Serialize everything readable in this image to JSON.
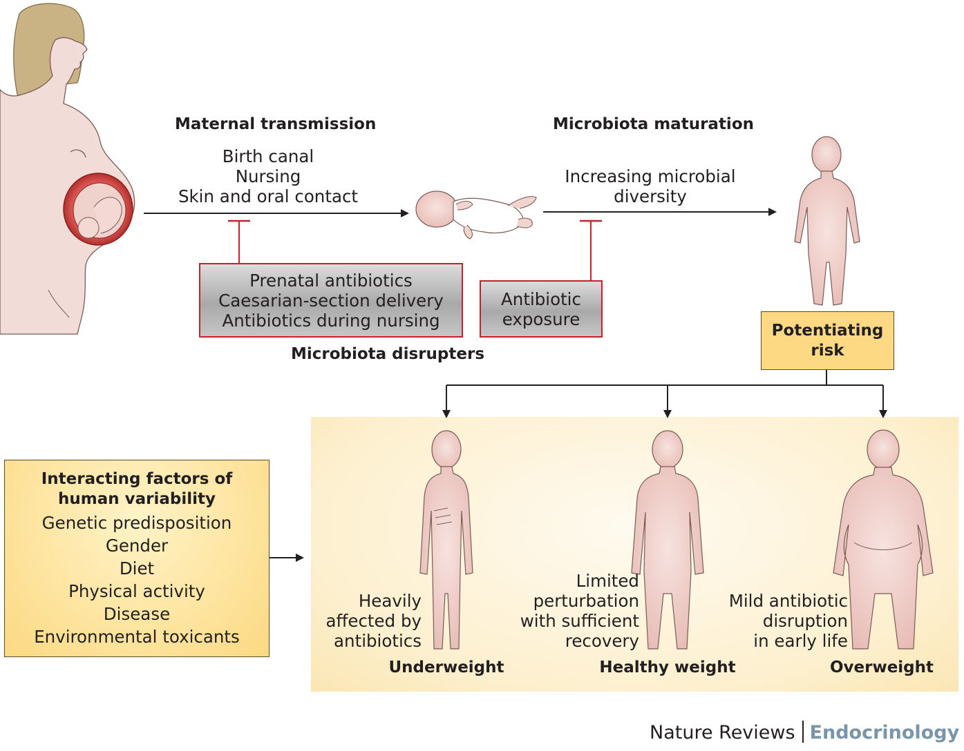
{
  "maternal_transmission": {
    "heading": "Maternal transmission",
    "items": [
      "Birth canal",
      "Nursing",
      "Skin and oral contact"
    ]
  },
  "microbiota_maturation": {
    "heading": "Microbiota maturation",
    "items": [
      "Increasing microbial",
      "diversity"
    ]
  },
  "disrupters": {
    "box1": [
      "Prenatal antibiotics",
      "Caesarian-section delivery",
      "Antibiotics during nursing"
    ],
    "box2": [
      "Antibiotic",
      "exposure"
    ],
    "label": "Microbiota disrupters"
  },
  "potentiating_risk": [
    "Potentiating",
    "risk"
  ],
  "interacting_factors": {
    "title": [
      "Interacting factors of",
      "human variability"
    ],
    "items": [
      "Genetic predisposition",
      "Gender",
      "Diet",
      "Physical activity",
      "Disease",
      "Environmental toxicants"
    ]
  },
  "outcomes": [
    {
      "label": "Underweight",
      "note": [
        "Heavily",
        "affected by",
        "antibiotics"
      ]
    },
    {
      "label": "Healthy weight",
      "note": [
        "Limited",
        "perturbation",
        "with sufficient",
        "recovery"
      ]
    },
    {
      "label": "Overweight",
      "note": [
        "Mild antibiotic",
        "disruption",
        "in early life"
      ]
    }
  ],
  "footer": {
    "journal": "Nature Reviews",
    "subject": "Endocrinology"
  },
  "colors": {
    "inhibitor": "#c8202b",
    "skin": "#f2cfcb",
    "hair": "#c9b283",
    "box_yellow": "#fcd982",
    "subject_blue": "#7a95a8"
  }
}
